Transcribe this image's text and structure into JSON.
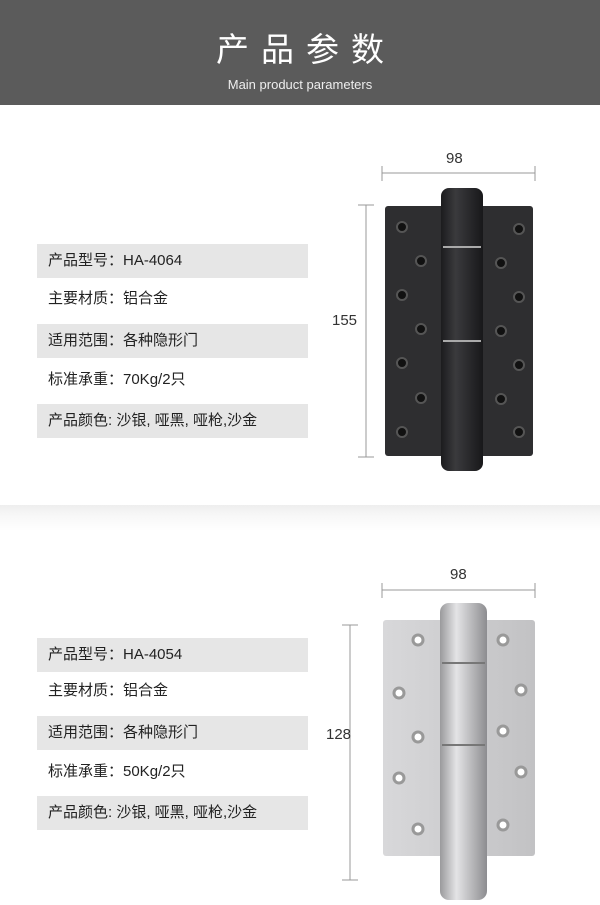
{
  "header": {
    "title": "产品参数",
    "subtitle": "Main product parameters"
  },
  "products": [
    {
      "color_name": "black",
      "specs": [
        "产品型号：HA-4064",
        "主要材质：铝合金",
        "适用范围：各种隐形门",
        "标准承重：70Kg/2只",
        "产品颜色: 沙银, 哑黑, 哑枪,沙金"
      ],
      "width": "98",
      "height": "155"
    },
    {
      "color_name": "silver",
      "specs": [
        "产品型号：HA-4054",
        "主要材质：铝合金",
        "适用范围：各种隐形门",
        "标准承重：50Kg/2只",
        "产品颜色: 沙银, 哑黑, 哑枪,沙金"
      ],
      "width": "98",
      "height": "128"
    }
  ],
  "colors": {
    "header_bg": "#5b5b5b",
    "row_bg": "#e6e6e6",
    "hinge_black": "#2b2b2d",
    "hinge_silver": "#c9c9cb"
  }
}
